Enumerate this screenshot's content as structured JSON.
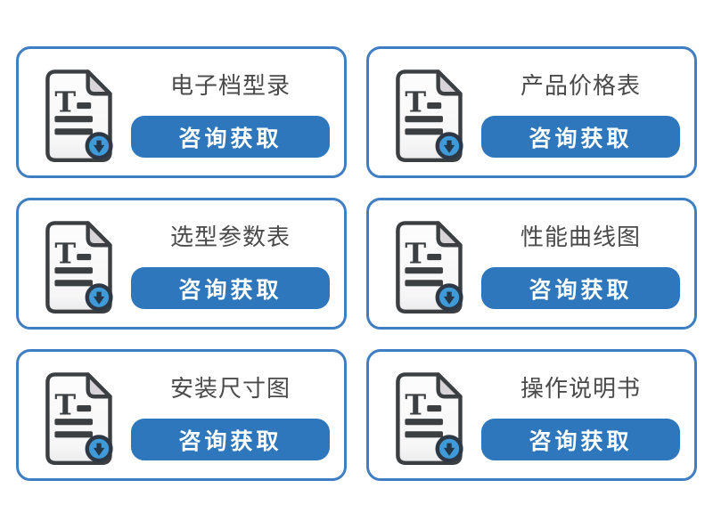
{
  "colors": {
    "card_border": "#3f7ec2",
    "button_bg": "#2e77bd",
    "button_text": "#ffffff",
    "title_text": "#4a4a4a",
    "icon_outline": "#3b3f42",
    "icon_fold_fill": "#d8d4d7",
    "icon_page_fill": "#fbfbfb",
    "icon_badge_fill": "#3e9ad8",
    "icon_arrow": "#253646"
  },
  "icon": {
    "letter": "T"
  },
  "cards": [
    {
      "title": "电子档型录",
      "button_label": "咨询获取"
    },
    {
      "title": "产品价格表",
      "button_label": "咨询获取"
    },
    {
      "title": "选型参数表",
      "button_label": "咨询获取"
    },
    {
      "title": "性能曲线图",
      "button_label": "咨询获取"
    },
    {
      "title": "安装尺寸图",
      "button_label": "咨询获取"
    },
    {
      "title": "操作说明书",
      "button_label": "咨询获取"
    }
  ]
}
